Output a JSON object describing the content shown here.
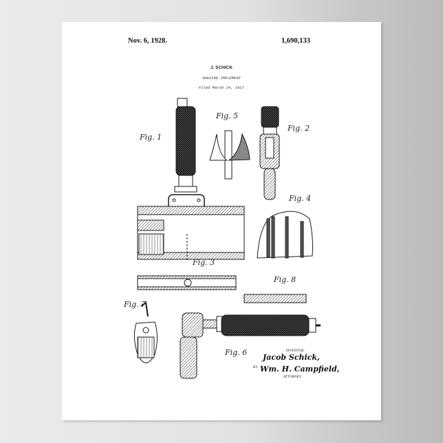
{
  "poster": {
    "date": "Nov. 6, 1928.",
    "patent_number": "1,690,133",
    "inventor_name": "J. SCHICK",
    "title": "SHAVING IMPLEMENT",
    "filed": "Filed March 24, 1927",
    "figures": [
      "Fig. 1",
      "Fig. 2",
      "Fig. 3",
      "Fig. 4",
      "Fig. 5",
      "Fig. 6",
      "Fig. 7",
      "Fig. 8"
    ],
    "signature": {
      "inventor_label": "INVENTOR.",
      "inventor_signature": "Jacob Schick,",
      "by_label": "BY",
      "attorney_signature": "Wm. H. Campfield,",
      "attorney_label": "ATTORNEY."
    }
  },
  "colors": {
    "background": "#e6e6e6",
    "paper": "#ffffff",
    "ink": "#1a1a1a"
  }
}
